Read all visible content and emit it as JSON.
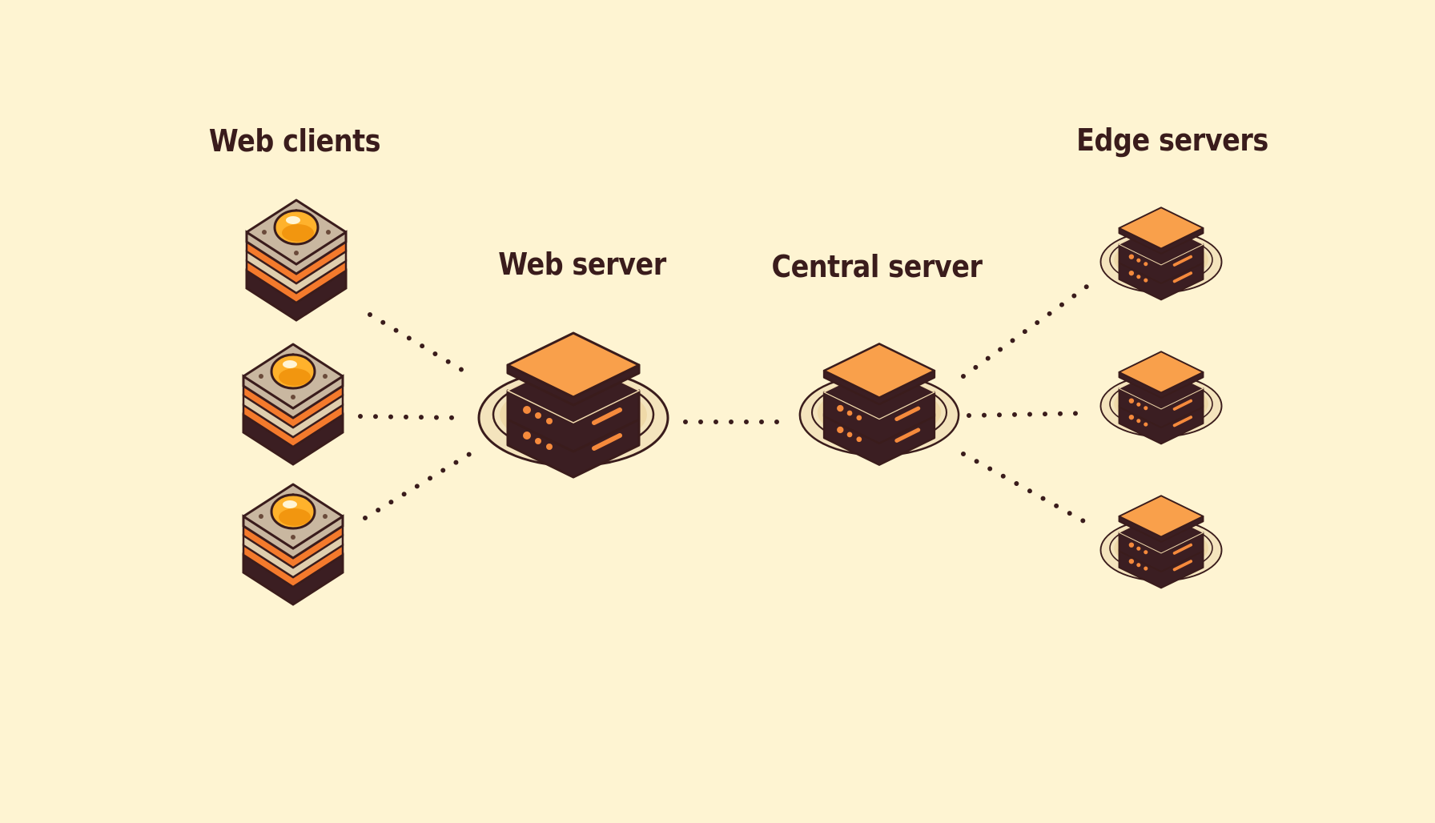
{
  "labels": {
    "web_clients": "Web clients",
    "web_server": "Web server",
    "central_server": "Central server",
    "edge_servers": "Edge servers"
  },
  "nodes": {
    "web_clients": [
      {
        "id": "client-1",
        "icon": "client-stack-icon"
      },
      {
        "id": "client-2",
        "icon": "client-stack-icon"
      },
      {
        "id": "client-3",
        "icon": "client-stack-icon"
      }
    ],
    "web_server": {
      "icon": "server-icon"
    },
    "central_server": {
      "icon": "server-icon"
    },
    "edge_servers": [
      {
        "id": "edge-1",
        "icon": "server-icon"
      },
      {
        "id": "edge-2",
        "icon": "server-icon"
      },
      {
        "id": "edge-3",
        "icon": "server-icon"
      }
    ]
  },
  "connections": [
    {
      "from": "client-1",
      "to": "web_server"
    },
    {
      "from": "client-2",
      "to": "web_server"
    },
    {
      "from": "client-3",
      "to": "web_server"
    },
    {
      "from": "web_server",
      "to": "central_server"
    },
    {
      "from": "central_server",
      "to": "edge-1"
    },
    {
      "from": "central_server",
      "to": "edge-2"
    },
    {
      "from": "central_server",
      "to": "edge-3"
    }
  ],
  "colors": {
    "background": "#fef4d2",
    "outline": "#3a1c1c",
    "server_top": "#f9a04b",
    "server_body": "#3b1e22",
    "led": "#f58a3c",
    "platform": "#f4e4bd",
    "client_plate": "#c9b7a0",
    "client_bulb": "#ffb22c",
    "client_accent": "#f47a2c",
    "dots": "#3a1c1c"
  }
}
